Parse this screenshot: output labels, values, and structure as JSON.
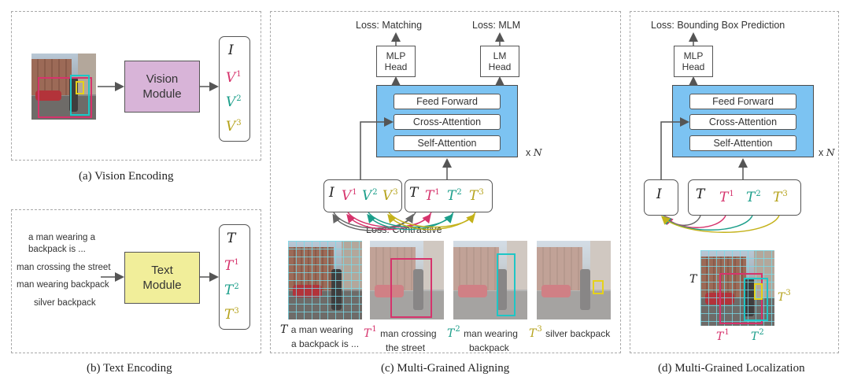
{
  "colors": {
    "black": "#222222",
    "pink": "#d6336c",
    "teal": "#1b9e8a",
    "olive": "#b5a21a",
    "blue": "#7cc3f2",
    "purple": "#d8b4d8",
    "yellow": "#f1ee9a"
  },
  "panel_a": {
    "caption": "(a) Vision Encoding",
    "module": [
      "Vision",
      "Module"
    ],
    "symbols": [
      {
        "base": "I",
        "sup": ""
      },
      {
        "base": "V",
        "sup": "1"
      },
      {
        "base": "V",
        "sup": "2"
      },
      {
        "base": "V",
        "sup": "3"
      }
    ]
  },
  "panel_b": {
    "caption": "(b) Text Encoding",
    "module": [
      "Text",
      "Module"
    ],
    "texts": [
      "a man wearing a",
      "backpack is ...",
      "man crossing the street",
      "man wearing backpack",
      "silver backpack"
    ],
    "symbols": [
      {
        "base": "T",
        "sup": ""
      },
      {
        "base": "T",
        "sup": "1"
      },
      {
        "base": "T",
        "sup": "2"
      },
      {
        "base": "T",
        "sup": "3"
      }
    ]
  },
  "panel_c": {
    "caption": "(c) Multi-Grained Aligning",
    "loss_matching": "Loss: Matching",
    "loss_mlm": "Loss: MLM",
    "mlp_head": [
      "MLP",
      "Head"
    ],
    "lm_head": [
      "LM",
      "Head"
    ],
    "layers": [
      "Feed Forward",
      "Cross-Attention",
      "Self-Attention"
    ],
    "repeat": "x",
    "repeat_n": "N",
    "loss_contrastive": "Loss: Contrastive",
    "vision_tokens": [
      {
        "base": "I",
        "sup": ""
      },
      {
        "base": "V",
        "sup": "1"
      },
      {
        "base": "V",
        "sup": "2"
      },
      {
        "base": "V",
        "sup": "3"
      }
    ],
    "text_tokens": [
      {
        "base": "T",
        "sup": ""
      },
      {
        "base": "T",
        "sup": "1"
      },
      {
        "base": "T",
        "sup": "2"
      },
      {
        "base": "T",
        "sup": "3"
      }
    ],
    "photo_captions": [
      {
        "base": "T",
        "sup": "",
        "lines": [
          "a man wearing",
          "a backpack is ..."
        ]
      },
      {
        "base": "T",
        "sup": "1",
        "lines": [
          "man crossing",
          "the street"
        ]
      },
      {
        "base": "T",
        "sup": "2",
        "lines": [
          "man wearing",
          "backpack"
        ]
      },
      {
        "base": "T",
        "sup": "3",
        "lines": [
          "silver backpack"
        ]
      }
    ]
  },
  "panel_d": {
    "caption": "(d) Multi-Grained Localization",
    "loss_bbox": "Loss: Bounding Box Prediction",
    "mlp_head": [
      "MLP",
      "Head"
    ],
    "layers": [
      "Feed Forward",
      "Cross-Attention",
      "Self-Attention"
    ],
    "repeat": "x",
    "repeat_n": "N",
    "image_token": {
      "base": "I",
      "sup": ""
    },
    "text_tokens": [
      {
        "base": "T",
        "sup": ""
      },
      {
        "base": "T",
        "sup": "1"
      },
      {
        "base": "T",
        "sup": "2"
      },
      {
        "base": "T",
        "sup": "3"
      }
    ],
    "photo_labels": [
      {
        "base": "T",
        "sup": ""
      },
      {
        "base": "T",
        "sup": "1"
      },
      {
        "base": "T",
        "sup": "2"
      },
      {
        "base": "T",
        "sup": "3"
      }
    ]
  }
}
